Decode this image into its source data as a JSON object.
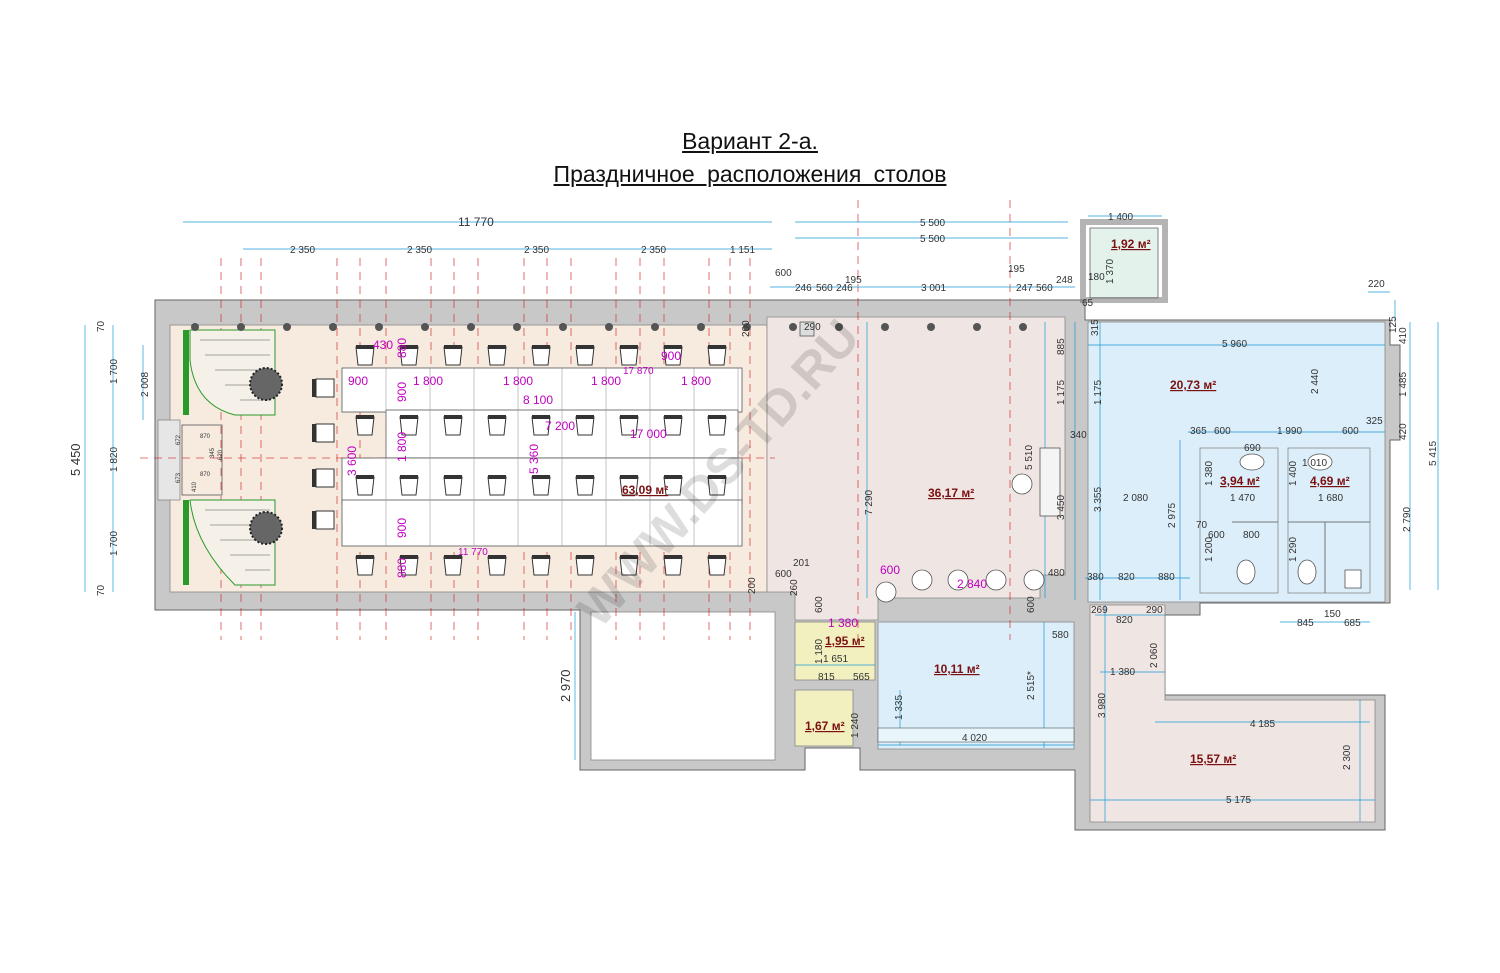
{
  "title": {
    "line1": "Вариант 2-а.",
    "line2": "Праздничное  расположения   столов"
  },
  "watermark": "WWW.DS-TD.RU",
  "colors": {
    "wall": "#c8c8c8",
    "hall": "#f7ebe0",
    "lobby": "#efe6e3",
    "wet": "#dbeef9",
    "storage": "#f3f0c0",
    "small_room": "#e3f3ec",
    "dimension": "#1a9ad6",
    "label_magenta": "#c000c0",
    "area_label": "#7a1010",
    "axis_red": "#d02020",
    "plants": "#2a9a2a"
  },
  "rooms": [
    {
      "id": "hall",
      "area": "63,09 м²"
    },
    {
      "id": "lobby",
      "area": "36,17 м²"
    },
    {
      "id": "top-small",
      "area": "1,92 м²"
    },
    {
      "id": "east",
      "area": "20,73 м²"
    },
    {
      "id": "wc1",
      "area": "3,94 м²"
    },
    {
      "id": "wc2",
      "area": "4,69 м²"
    },
    {
      "id": "storage1",
      "area": "1,95 м²"
    },
    {
      "id": "storage2",
      "area": "1,67 м²"
    },
    {
      "id": "kitchen",
      "area": "10,11 м²"
    },
    {
      "id": "south-east",
      "area": "15,57 м²"
    }
  ],
  "magenta_labels": {
    "m430": "430",
    "m880a": "880",
    "m900a": "900",
    "m900b": "900",
    "m1800a": "1 800",
    "m1800b": "1 800",
    "m1800c": "1 800",
    "m1800d": "1 800",
    "m900c": "900",
    "m17870": "17 870",
    "m8100": "8 100",
    "m7200": "7 200",
    "m17000": "17 000",
    "m3600": "3 600",
    "m1800v": "1 800",
    "m5360": "5 360",
    "m900v": "900",
    "m880b": "880",
    "m11770": "11 770",
    "m600": "600",
    "m2840": "2 840",
    "m1380": "1 380"
  },
  "dimensions": {
    "top11770": "11 770",
    "top2350a": "2 350",
    "top2350b": "2 350",
    "top2350c": "2 350",
    "top2350d": "2 350",
    "top1151": "1 151",
    "top5500a": "5 500",
    "top5500b": "5 500",
    "top1400": "1 400",
    "d600a": "600",
    "d246a": "246",
    "d560a": "560",
    "d246b": "246",
    "d195a": "195",
    "d3001": "3 001",
    "d195b": "195",
    "d247": "247",
    "d560b": "560",
    "d248": "248",
    "d180": "180",
    "d1370": "1 370",
    "d65": "65",
    "d315": "315",
    "d220": "220",
    "left70a": "70",
    "left1700a": "1 700",
    "left2008": "2 008",
    "left5450": "5 450",
    "left1820": "1 820",
    "left1700b": "1 700",
    "left70b": "70",
    "d290": "290",
    "d200a": "200",
    "d885": "885",
    "d1175a": "1 175",
    "d1175b": "1 175",
    "d340": "340",
    "d5960": "5 960",
    "d2440": "2 440",
    "d125": "125",
    "d410": "410",
    "d1485": "1 485",
    "d325": "325",
    "d420": "420",
    "d5415": "5 415",
    "d2790": "2 790",
    "d365": "365",
    "d600b": "600",
    "d1990": "1 990",
    "d600c": "600",
    "d690": "690",
    "d1010": "1 010",
    "d1380a": "1 380",
    "d1470": "1 470",
    "d1400": "1 400",
    "d1680": "1 680",
    "d5510": "5 510",
    "d7290": "7 290",
    "d3450": "3 450",
    "d3355": "3 355",
    "d2080": "2 080",
    "d2975": "2 975",
    "d70": "70",
    "d600d": "600",
    "d800": "800",
    "d1200": "1 200",
    "d1290": "1 290",
    "d480": "480",
    "d380": "380",
    "d820a": "820",
    "d880": "880",
    "d269": "269",
    "d290b": "290",
    "d820b": "820",
    "d845": "845",
    "d150": "150",
    "d685": "685",
    "d600e": "600",
    "d201": "201",
    "d260": "260",
    "d200b": "200",
    "d600f": "600",
    "d600g": "600",
    "d1180": "1 180",
    "d1651": "1 651",
    "d815": "815",
    "d565": "565",
    "d1240": "1 240",
    "d580": "580",
    "d1335": "1 335",
    "d2515": "2 515*",
    "d4020": "4 020",
    "d2060": "2 060",
    "d1380b": "1 380",
    "d3980": "3 980",
    "d4185": "4 185",
    "d2300": "2 300",
    "d5175": "5 175",
    "d2970": "2 970",
    "d672": "672",
    "d673": "673",
    "d870a": "870",
    "d870b": "870",
    "d345": "345",
    "d620": "620",
    "d410b": "410"
  }
}
